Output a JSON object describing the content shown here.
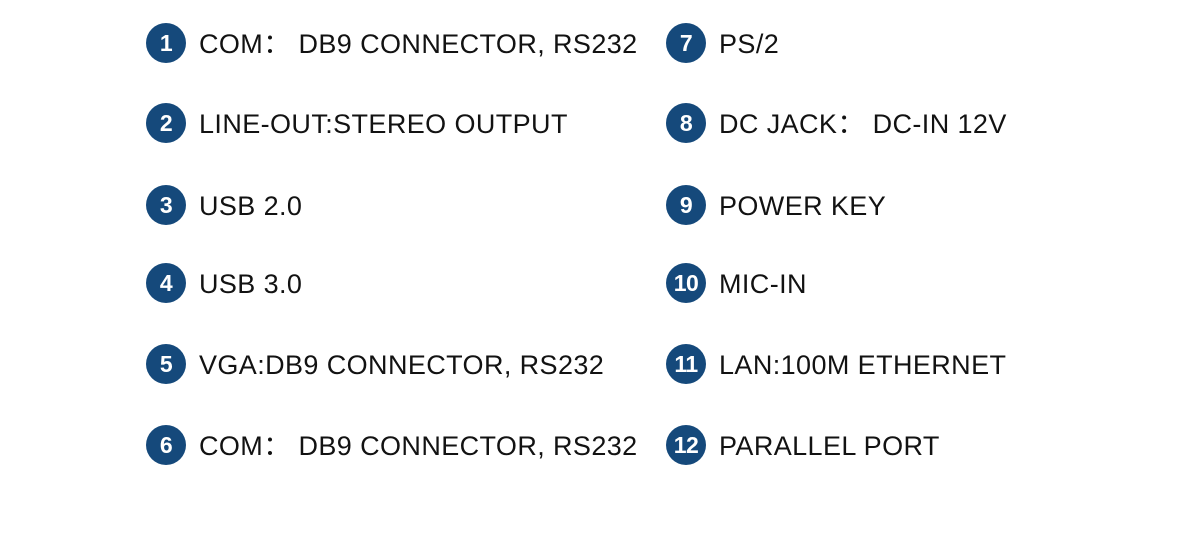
{
  "page": {
    "background_color": "#ffffff",
    "badge_color": "#15497b",
    "text_color": "#121212"
  },
  "items": [
    {
      "num": "1",
      "label": "COM： DB9 CONNECTOR, RS232"
    },
    {
      "num": "2",
      "label": "LINE-OUT:STEREO OUTPUT"
    },
    {
      "num": "3",
      "label": "USB 2.0"
    },
    {
      "num": "4",
      "label": "USB 3.0"
    },
    {
      "num": "5",
      "label": "VGA:DB9 CONNECTOR, RS232"
    },
    {
      "num": "6",
      "label": "COM： DB9 CONNECTOR, RS232"
    },
    {
      "num": "7",
      "label": "PS/2"
    },
    {
      "num": "8",
      "label": "DC JACK： DC-IN 12V"
    },
    {
      "num": "9",
      "label": "POWER KEY"
    },
    {
      "num": "10",
      "label": "MIC-IN"
    },
    {
      "num": "11",
      "label": "LAN:100M ETHERNET"
    },
    {
      "num": "12",
      "label": "PARALLEL PORT"
    }
  ]
}
